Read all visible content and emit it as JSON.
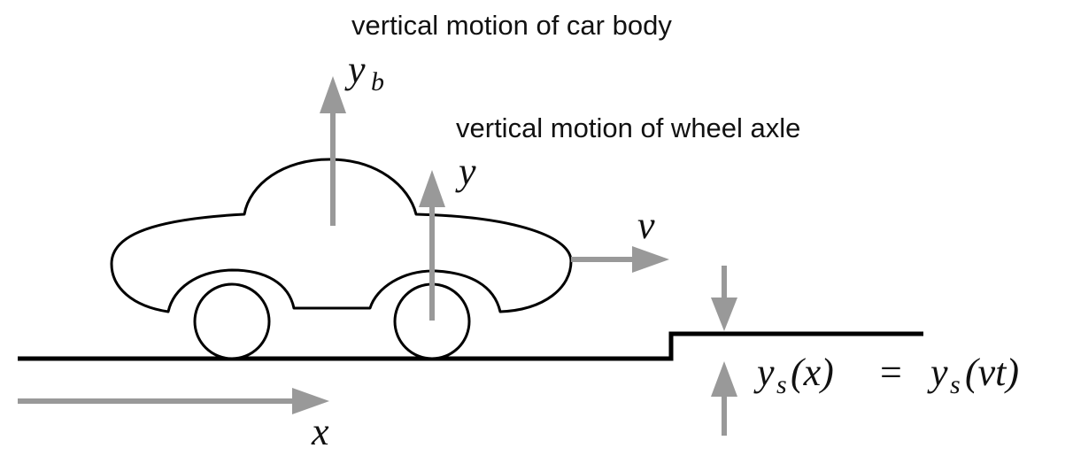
{
  "labels": {
    "body_motion": "vertical motion of car body",
    "axle_motion": "vertical motion of wheel axle"
  },
  "symbols": {
    "y_body_base": "y",
    "y_body_sub": "b",
    "y_axle": "y",
    "velocity": "v",
    "position": "x"
  },
  "road_equation": {
    "lhs_symbol": "y",
    "lhs_sub": "s",
    "lhs_arg": "(x)",
    "equals": "=",
    "rhs_symbol": "y",
    "rhs_sub": "s",
    "rhs_arg": "(vt)"
  },
  "colors": {
    "arrow": "#999999",
    "outline": "#000000"
  }
}
